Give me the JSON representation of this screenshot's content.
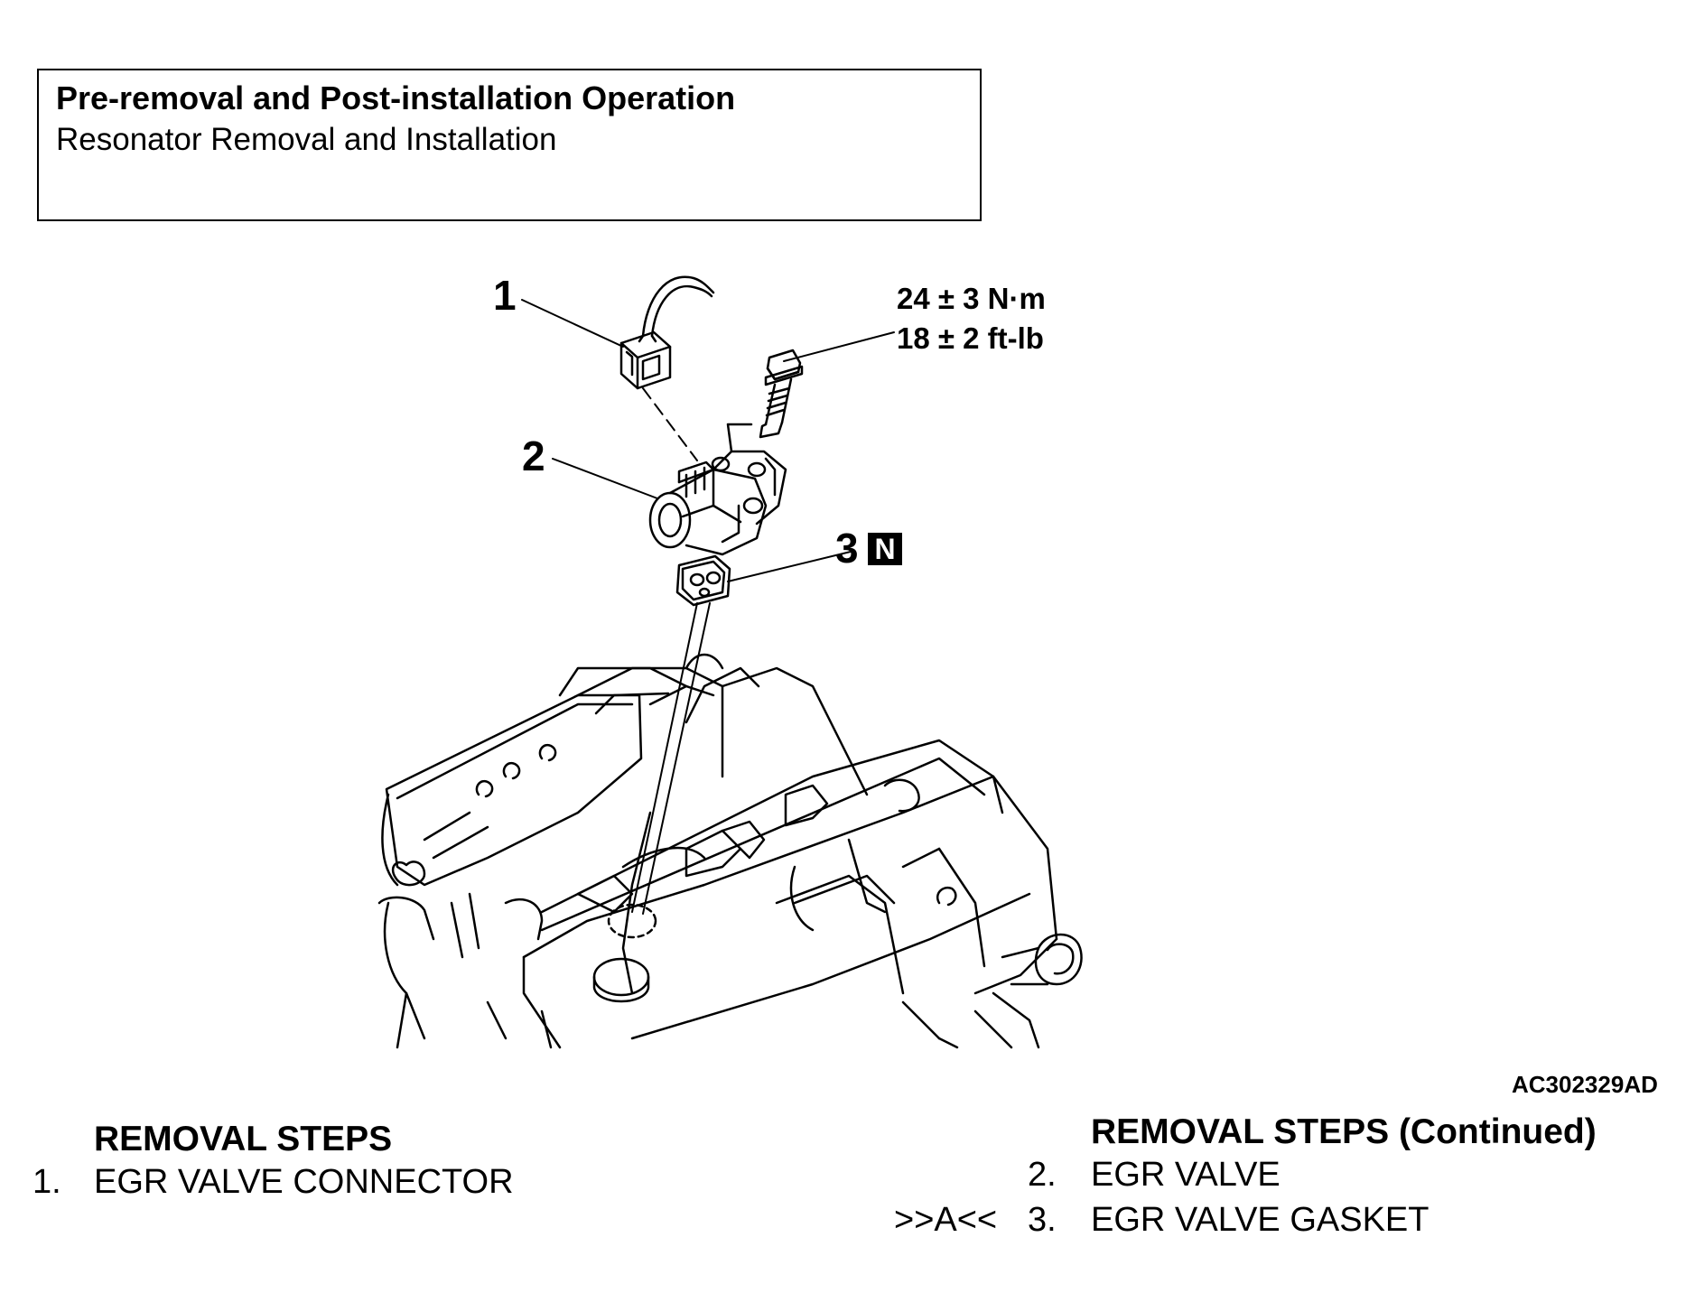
{
  "pre_op": {
    "title": "Pre-removal and Post-installation Operation",
    "subtitle": "Resonator Removal and Installation"
  },
  "callouts": [
    "1",
    "2",
    "3"
  ],
  "badge": "N",
  "torque": {
    "metric": "24 ± 3 N·m",
    "imperial": "18 ± 2 ft-lb"
  },
  "figure_code": "AC302329AD",
  "removal_steps": {
    "heading": "REMOVAL STEPS",
    "items": [
      {
        "num": "1.",
        "text": "EGR VALVE CONNECTOR",
        "ref": ""
      }
    ]
  },
  "removal_steps_continued": {
    "heading": "REMOVAL STEPS (Continued)",
    "items": [
      {
        "num": "2.",
        "text": "EGR VALVE",
        "ref": ""
      },
      {
        "num": "3.",
        "text": "EGR VALVE GASKET",
        "ref": ">>A<<"
      }
    ]
  }
}
